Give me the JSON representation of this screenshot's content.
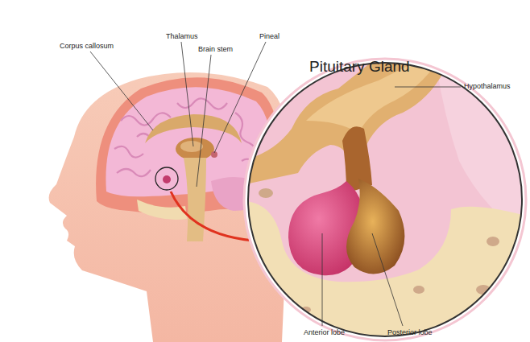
{
  "diagram": {
    "title": "Pituitary Gland",
    "labels": [
      "Corpus callosum",
      "Thalamus",
      "Brain stem",
      "Pineal",
      "Hypothalamus",
      "Anterior lobe",
      "Posterior lobe"
    ]
  }
}
